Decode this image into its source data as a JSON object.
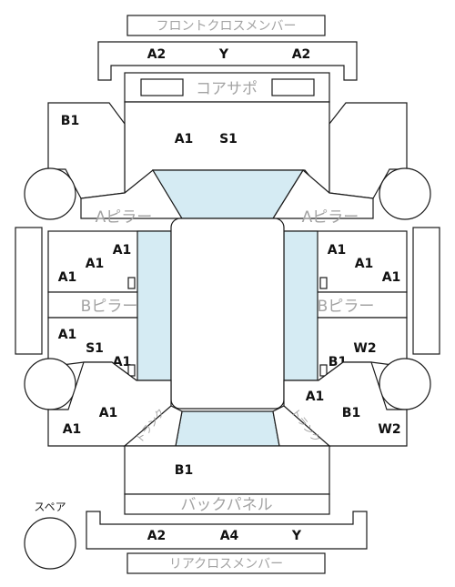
{
  "labels": {
    "front_cross_member": "フロントクロスメンバー",
    "core_support": "コアサポ",
    "a_pillar_left": "Aピラー",
    "a_pillar_right": "Aピラー",
    "b_pillar_left": "Bピラー",
    "b_pillar_right": "Bピラー",
    "back_panel": "バックパネル",
    "rear_cross_member": "リアクロスメンバー",
    "spare": "スペア",
    "trunk_left": "トランク",
    "trunk_right": "トランク"
  },
  "codes": {
    "front_cross_left": "A2",
    "front_cross_center": "Y",
    "front_cross_right": "A2",
    "front_fender_left": "B1",
    "hood_a": "A1",
    "hood_b": "S1",
    "front_door_left_1": "A1",
    "front_door_left_2": "A1",
    "front_door_left_3": "A1",
    "front_door_right_1": "A1",
    "front_door_right_2": "A1",
    "front_door_right_3": "A1",
    "rear_door_left_1": "A1",
    "rear_door_left_2": "S1",
    "rear_door_left_3": "A1",
    "rear_door_right_1": "W2",
    "rear_door_right_2": "B1",
    "quarter_left_1": "A1",
    "quarter_left_2": "A1",
    "quarter_right_1": "A1",
    "quarter_right_2": "B1",
    "quarter_right_3": "W2",
    "trunk_lid": "B1",
    "rear_cross_left": "A2",
    "rear_cross_center": "A4",
    "rear_cross_right": "Y"
  },
  "colors": {
    "glass": "#d5ebf3",
    "outline": "#1a1a1a",
    "part_label": "#a3a3a3",
    "code_text": "#111111"
  }
}
